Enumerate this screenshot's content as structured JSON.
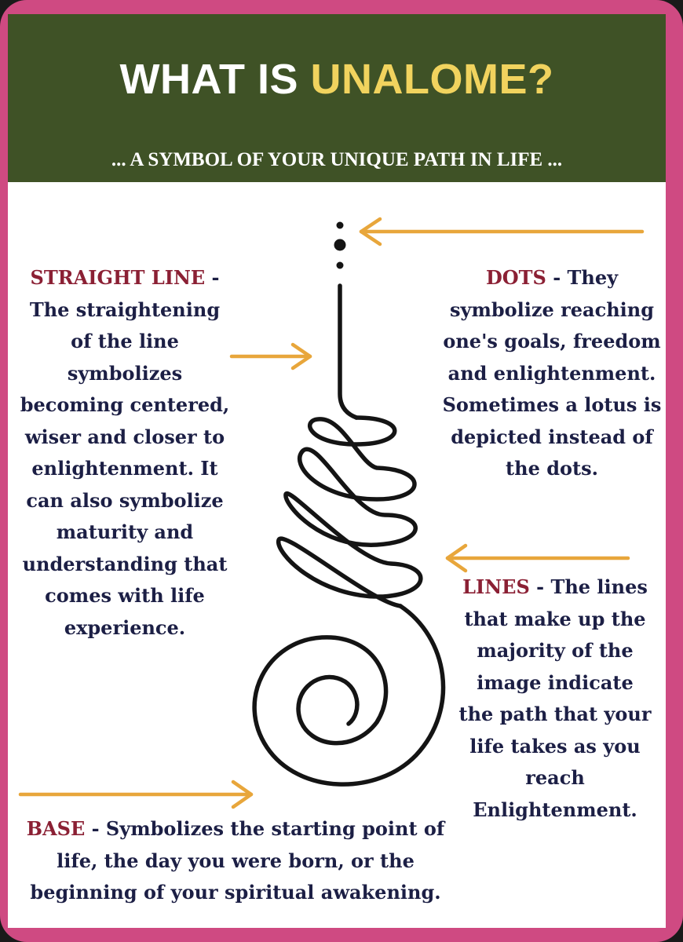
{
  "header": {
    "title_prefix": "WHAT IS",
    "title_accent": "UNALOME?",
    "subtitle": "... A SYMBOL OF YOUR UNIQUE PATH IN LIFE ..."
  },
  "sections": {
    "straight_line": {
      "label": "STRAIGHT LINE",
      "text": "- The straightening of the line symbolizes becoming centered, wiser and closer to enlightenment. It can also symbolize maturity and understanding that comes with life experience."
    },
    "dots": {
      "label": "DOTS",
      "text": "- They symbolize reaching one's goals, freedom and enlightenment. Sometimes a lotus is depicted instead of the dots."
    },
    "lines": {
      "label": "LINES",
      "text": "- The lines that make up the majority of the image indicate the path that your life takes as you reach Enlightenment."
    },
    "base": {
      "label": "BASE",
      "text": "- Symbolizes the starting point of life, the day you were born, or the beginning of your spiritual awakening."
    }
  },
  "colors": {
    "frame": "#cf4a82",
    "header_bg": "#3f5226",
    "accent_yellow": "#f1d35e",
    "label_red": "#8b2034",
    "body_navy": "#1c1f45",
    "arrow_orange": "#e8a63b"
  },
  "icons": [
    "unalome-symbol",
    "arrow-left-icon",
    "arrow-right-icon"
  ]
}
